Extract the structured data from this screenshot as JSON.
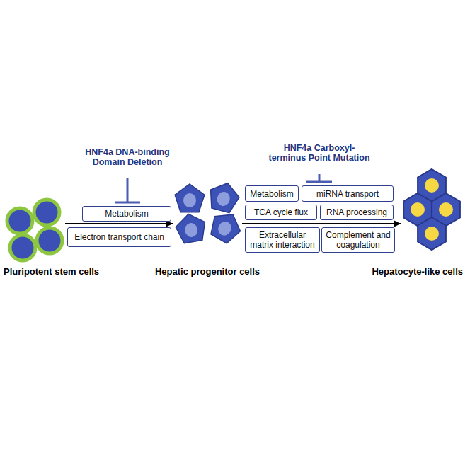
{
  "diagram": {
    "nodes": [
      {
        "text": [
          "Pluripotent stem cells"
        ]
      },
      {
        "text": [
          "Hepatic progenitor cells"
        ]
      },
      {
        "text": [
          "Hepatocyte-like cells"
        ]
      },
      {
        "text": [
          "Metabolism"
        ]
      },
      {
        "text": [
          "Electron transport chain"
        ]
      },
      {
        "text": [
          "Metabolism"
        ]
      },
      {
        "text": [
          "miRNA transport"
        ]
      },
      {
        "text": [
          "TCA cycle flux"
        ]
      },
      {
        "text": [
          "RNA processing"
        ]
      },
      {
        "text": [
          "Extracellular matrix interaction"
        ]
      },
      {
        "text": [
          "Complement and coagulation"
        ]
      }
    ],
    "edges": [
      {
        "from": 0,
        "to": 1,
        "arrow": "to"
      },
      {
        "from": 1,
        "to": 2,
        "arrow": "to"
      }
    ],
    "labels": [
      "HNF4a DNA-binding Domain Deletion",
      "HNF4a Carboxyl-terminus Point Mutation"
    ]
  }
}
